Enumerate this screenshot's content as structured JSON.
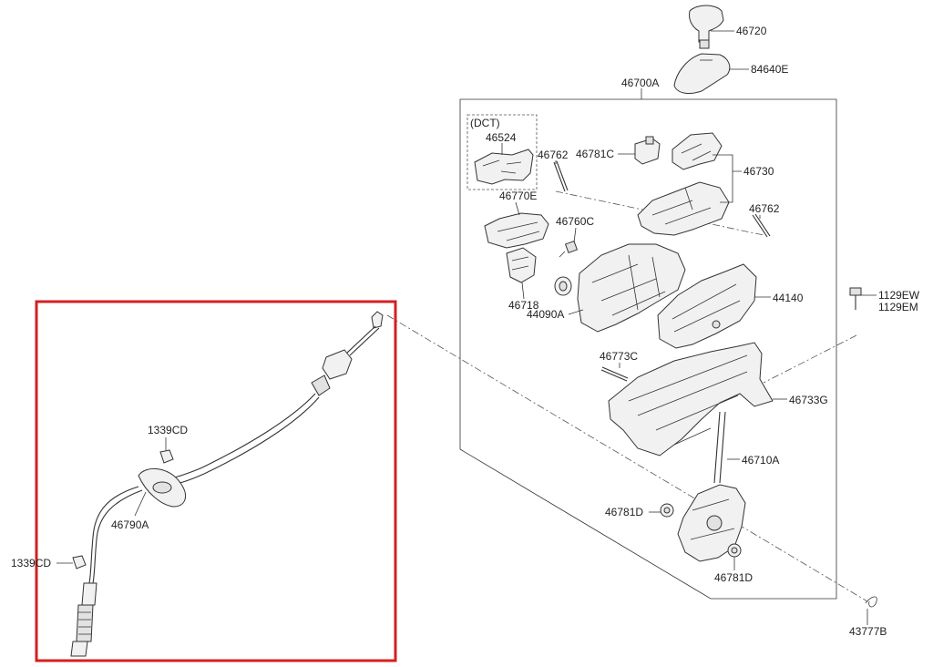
{
  "parts": {
    "p46720": "46720",
    "p84640E": "84640E",
    "p46700A": "46700A",
    "dct": "(DCT)",
    "p46524": "46524",
    "p46762a": "46762",
    "p46781C": "46781C",
    "p46730": "46730",
    "p46770E": "46770E",
    "p46762b": "46762",
    "p46760C": "46760C",
    "p46718": "46718",
    "p44090A": "44090A",
    "p44140": "44140",
    "p1129EW": "1129EW",
    "p1129EM": "1129EM",
    "p46773C": "46773C",
    "p46733G": "46733G",
    "p46710A": "46710A",
    "p46781Da": "46781D",
    "p46781Db": "46781D",
    "p43777B": "43777B",
    "p1339CDa": "1339CD",
    "p1339CDb": "1339CD",
    "p46790A": "46790A"
  },
  "colors": {
    "highlight": "#d42020",
    "line": "#333333",
    "fill": "#f1f1f1"
  }
}
